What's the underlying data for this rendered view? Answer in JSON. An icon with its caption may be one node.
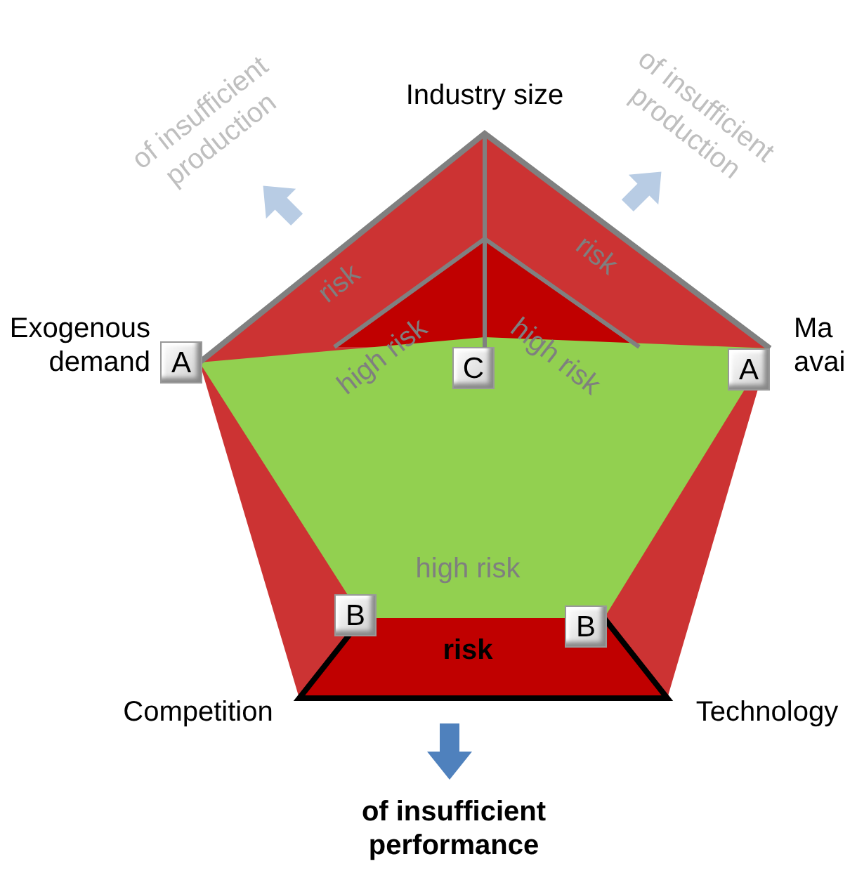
{
  "diagram": {
    "nodes": [
      {
        "text": [
          "A"
        ]
      },
      {
        "text": [
          "C"
        ]
      },
      {
        "text": [
          "A"
        ]
      },
      {
        "text": [
          "B"
        ]
      },
      {
        "text": [
          "B"
        ]
      }
    ],
    "edges": [],
    "labels": [
      "of insufficient production",
      "Industry size",
      "of insufficient production",
      "risk",
      "risk",
      "Exogenous demand",
      "high risk",
      "high risk",
      "Ma avai",
      "high risk",
      "risk",
      "Competition",
      "Technology",
      "of insufficient performance"
    ]
  }
}
